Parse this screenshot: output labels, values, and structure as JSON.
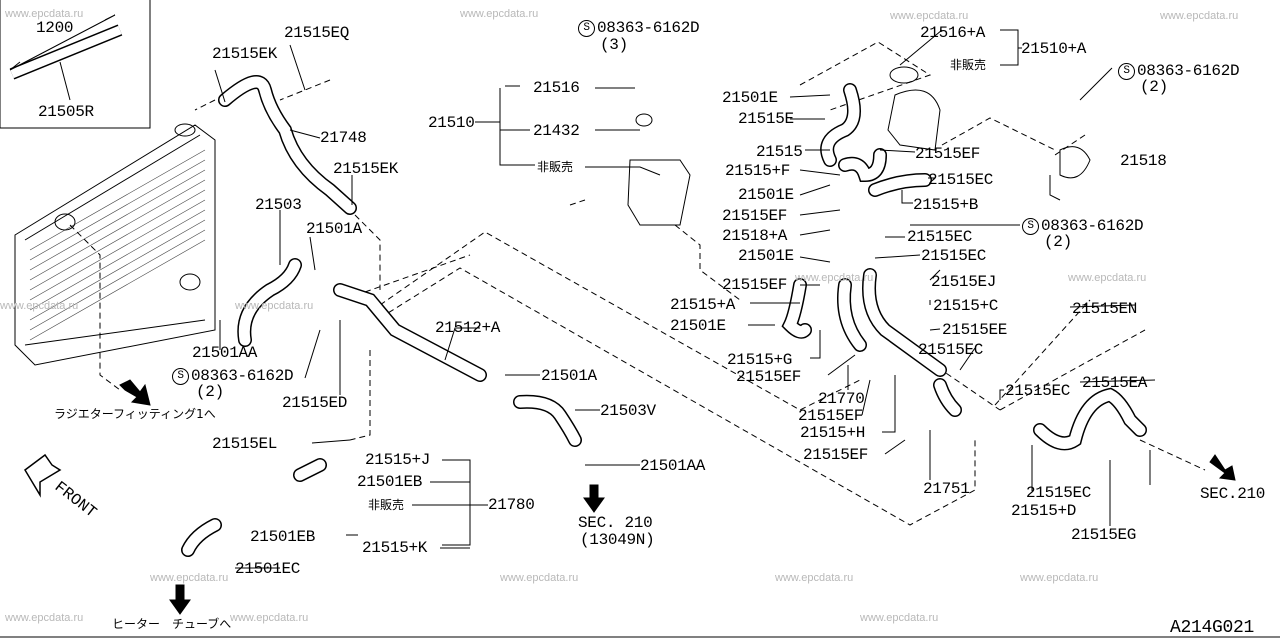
{
  "diagram_code": "A214G021",
  "watermark": "www.epcdata.ru",
  "inset": {
    "length": "1200",
    "part": "21505R"
  },
  "front_label": "FRONT",
  "screw_symbol": "S",
  "labels": [
    {
      "text": "21515EK"
    },
    {
      "text": "21515EQ"
    },
    {
      "text": "21748"
    },
    {
      "text": "21515EK"
    },
    {
      "text": "21503"
    },
    {
      "text": "21501A"
    },
    {
      "text": "21501AA"
    },
    {
      "text": "08363-6162D"
    },
    {
      "text": "(2)"
    },
    {
      "text": "21515ED"
    },
    {
      "text": "21515EL"
    },
    {
      "text": "21515+J"
    },
    {
      "text": "21501EB"
    },
    {
      "text": "21780"
    },
    {
      "text": "21501EB"
    },
    {
      "text": "21515+K"
    },
    {
      "text": "21501EC"
    },
    {
      "text": "21512+A"
    },
    {
      "text": "21501A"
    },
    {
      "text": "21503V"
    },
    {
      "text": "21501AA"
    },
    {
      "text": "SEC. 210"
    },
    {
      "text": "(13049N)"
    },
    {
      "text": "08363-6162D"
    },
    {
      "text": "(3)"
    },
    {
      "text": "21516"
    },
    {
      "text": "21510"
    },
    {
      "text": "21432"
    },
    {
      "text": "21516+A"
    },
    {
      "text": "21510+A"
    },
    {
      "text": "08363-6162D"
    },
    {
      "text": "(2)"
    },
    {
      "text": "21501E"
    },
    {
      "text": "21515E"
    },
    {
      "text": "21515"
    },
    {
      "text": "21515EF"
    },
    {
      "text": "21515+F"
    },
    {
      "text": "21515EC"
    },
    {
      "text": "21501E"
    },
    {
      "text": "21515+B"
    },
    {
      "text": "21515EF"
    },
    {
      "text": "08363-6162D"
    },
    {
      "text": "(2)"
    },
    {
      "text": "21518+A"
    },
    {
      "text": "21515EC"
    },
    {
      "text": "21501E"
    },
    {
      "text": "21515EC"
    },
    {
      "text": "21515EF"
    },
    {
      "text": "21515EJ"
    },
    {
      "text": "21515+A"
    },
    {
      "text": "21515+C"
    },
    {
      "text": "21501E"
    },
    {
      "text": "21515EE"
    },
    {
      "text": "21515+G"
    },
    {
      "text": "21515EC"
    },
    {
      "text": "21515EF"
    },
    {
      "text": "21770"
    },
    {
      "text": "21515EF"
    },
    {
      "text": "21515+H"
    },
    {
      "text": "21515EF"
    },
    {
      "text": "21751"
    },
    {
      "text": "21515+D"
    },
    {
      "text": "21515EC"
    },
    {
      "text": "21515EG"
    },
    {
      "text": "21515EC"
    },
    {
      "text": "SEC.210"
    },
    {
      "text": "21515EN"
    },
    {
      "text": "21515EA"
    },
    {
      "text": "21518"
    }
  ],
  "jp_notes": {
    "radiator_fitting": "ラジエターフィッティング1へ",
    "heater_tube": "ヒーター　チューブへ",
    "not_sold_1": "非販売",
    "not_sold_2": "非販売",
    "not_sold_3": "非販売"
  }
}
